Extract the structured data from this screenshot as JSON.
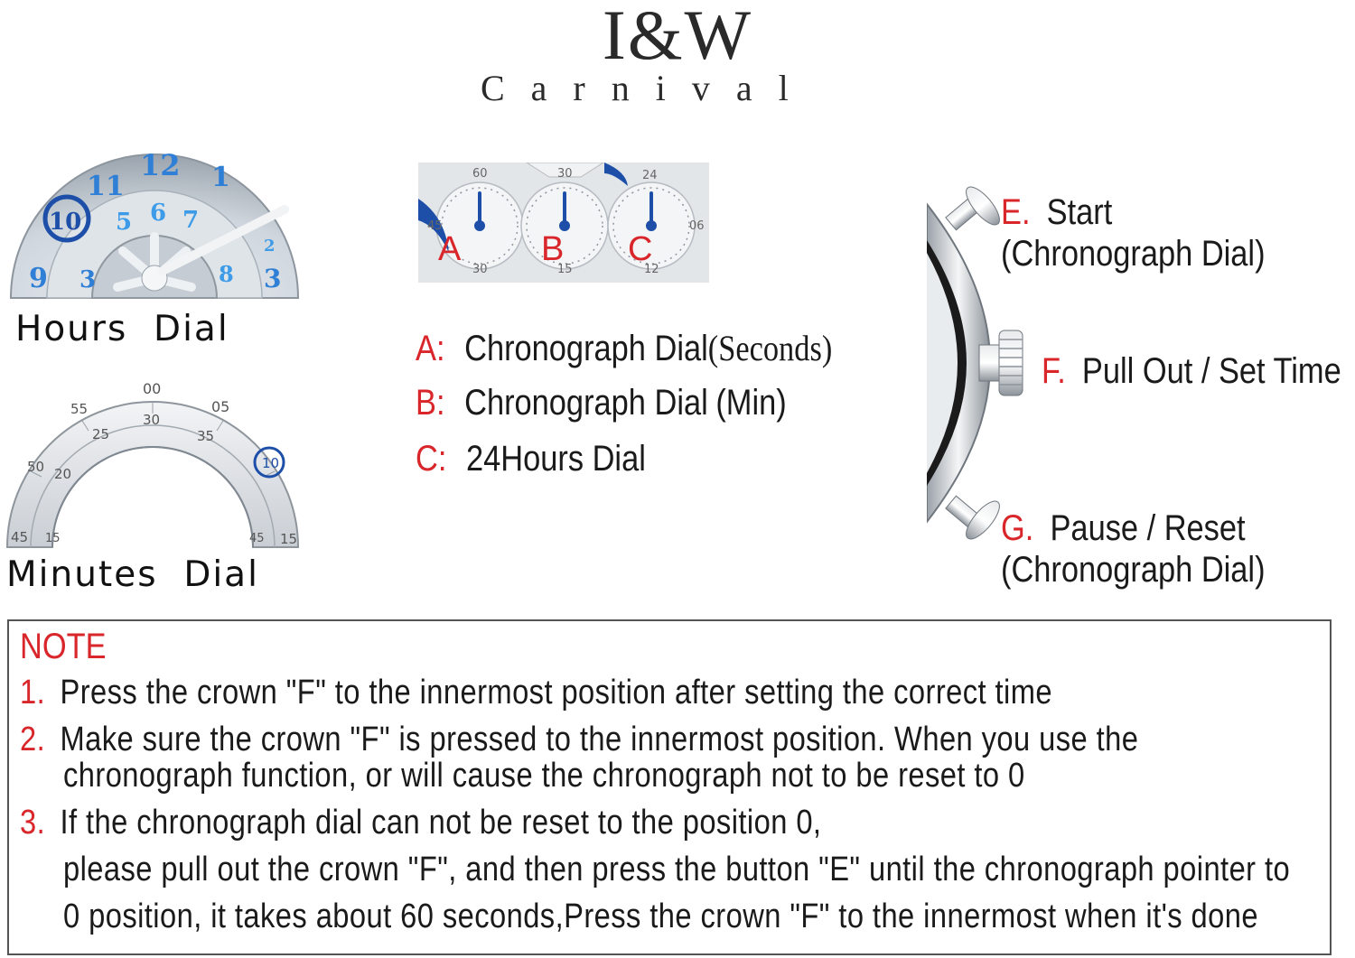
{
  "brand": {
    "logo": "I&W",
    "name": "Carnival"
  },
  "hours_dial": {
    "label": "Hours  Dial",
    "numerals": [
      "12",
      "1",
      "11",
      "10",
      "9",
      "5",
      "6",
      "7",
      "8",
      "3",
      "2"
    ]
  },
  "minutes_dial": {
    "label": "Minutes  Dial",
    "numerals": [
      "00",
      "05",
      "10",
      "15",
      "20",
      "25",
      "30",
      "35",
      "45",
      "50",
      "55"
    ]
  },
  "subdials": {
    "top_numbers": [
      "60",
      "30",
      "24"
    ],
    "bottom_numbers": [
      "30",
      "15",
      "12"
    ],
    "side_numbers": [
      "45",
      "06"
    ],
    "letters": [
      "A",
      "B",
      "C"
    ]
  },
  "legend": [
    {
      "key": "A:",
      "text": "Chronograph  Dial",
      "extra": "(Seconds)"
    },
    {
      "key": "B:",
      "text": "Chronograph  Dial",
      "extra": "(Min)"
    },
    {
      "key": "C:",
      "text": "24Hours  Dial",
      "extra": ""
    }
  ],
  "buttons": {
    "e": {
      "key": "E.",
      "text": "Start",
      "sub": "(Chronograph  Dial)"
    },
    "f": {
      "key": "F.",
      "text": "Pull Out  /  Set Time"
    },
    "g": {
      "key": "G.",
      "text": "Pause  /  Reset",
      "sub": "(Chronograph  Dial)"
    }
  },
  "note": {
    "title": "NOTE",
    "items": [
      {
        "num": "1.",
        "lines": [
          "Press  the  crown  \"F\"  to  the  innermost  position  after  setting  the  correct  time"
        ]
      },
      {
        "num": "2.",
        "lines": [
          "Make  sure  the  crown  \"F\"  is  pressed  to  the  innermost  position.  When  you  use  the",
          "chronograph  function,  or  will  cause  the  chronograph  not  to  be  reset  to  0"
        ]
      },
      {
        "num": "3.",
        "lines": [
          "If  the  chronograph  dial  can  not  be  reset  to  the  position  0,",
          "please  pull  out  the  crown  \"F\",  and  then  press  the  button  \"E\"  until  the  chronograph  pointer  to",
          "0  position,  it  takes  about  60  seconds,Press  the  crown  \"F\"  to  the  innermost  when  it's  done"
        ]
      }
    ]
  }
}
